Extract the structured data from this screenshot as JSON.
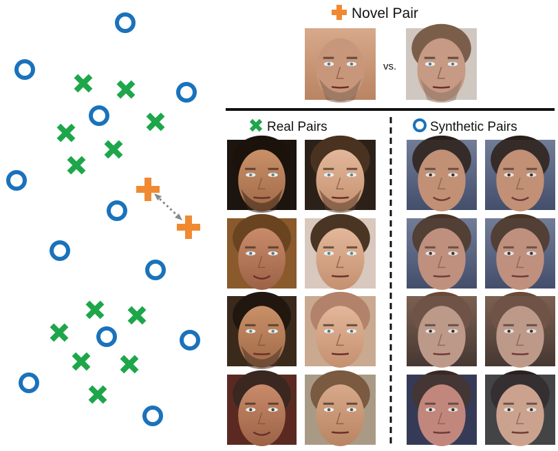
{
  "legend": {
    "novel_pair": "Novel Pair",
    "vs": "vs.",
    "real_pairs": "Real Pairs",
    "synthetic_pairs": "Synthetic Pairs"
  },
  "colors": {
    "real": "#1ea64a",
    "synthetic": "#1a72bb",
    "novel": "#f08a32",
    "line": "#111111",
    "arrow": "#888888"
  },
  "markers": {
    "real_label": "real-pair-cross-icon",
    "synthetic_label": "synthetic-pair-circle-icon",
    "novel_label": "novel-pair-plus-icon"
  },
  "photos": {
    "novel": [
      "novel-face-a",
      "novel-face-b"
    ],
    "real": [
      [
        "real-face-1a",
        "real-face-1b"
      ],
      [
        "real-face-2a",
        "real-face-2b"
      ],
      [
        "real-face-3a",
        "real-face-3b"
      ],
      [
        "real-face-4a",
        "real-face-4b"
      ]
    ],
    "synthetic": [
      [
        "synthetic-face-1a",
        "synthetic-face-1b"
      ],
      [
        "synthetic-face-2a",
        "synthetic-face-2b"
      ],
      [
        "synthetic-face-3a",
        "synthetic-face-3b"
      ],
      [
        "synthetic-face-4a",
        "synthetic-face-4b"
      ]
    ]
  }
}
